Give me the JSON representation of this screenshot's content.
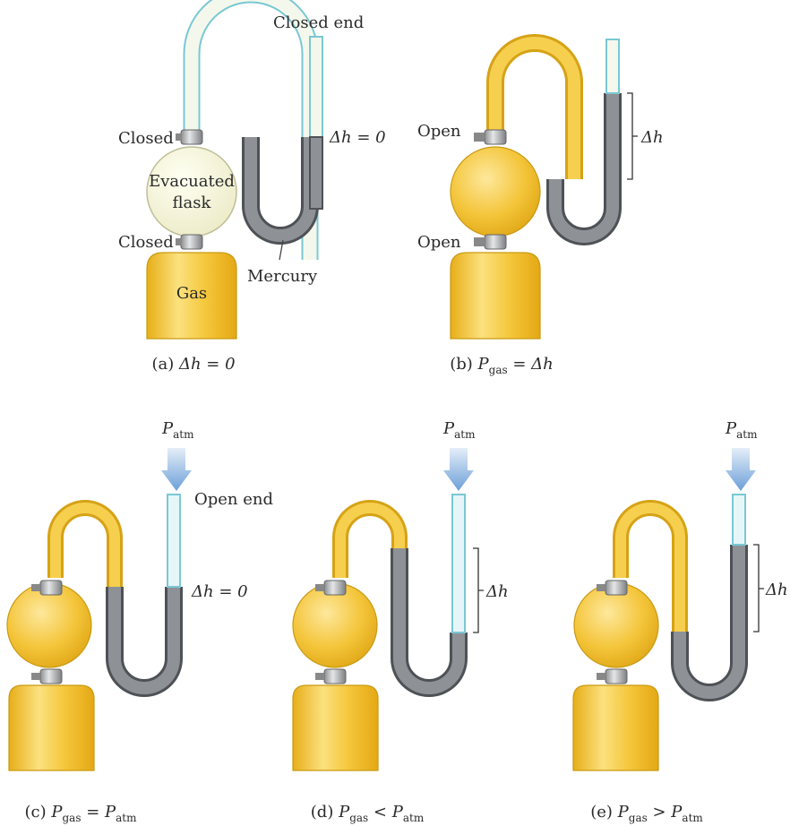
{
  "labels": {
    "closed_end": "Closed end",
    "closed_top": "Closed",
    "closed_bottom": "Closed",
    "evacuated_line1": "Evacuated",
    "evacuated_line2": "flask",
    "gas": "Gas",
    "mercury": "Mercury",
    "dh_zero_a": "Δh = 0",
    "open_top": "Open",
    "open_bottom": "Open",
    "dh_b": "Δh",
    "open_end": "Open end",
    "dh_zero_c": "Δh = 0",
    "dh_d": "Δh",
    "dh_e": "Δh"
  },
  "patm": {
    "P": "P",
    "sub": "atm"
  },
  "captions": {
    "a": {
      "prefix": "(a) ",
      "text": "Δh = 0"
    },
    "b": {
      "prefix": "(b) ",
      "lhs": "P",
      "lhs_sub": "gas",
      "op": " = ",
      "rhs": "Δh"
    },
    "c": {
      "prefix": "(c) ",
      "lhs": "P",
      "lhs_sub": "gas",
      "op": " = ",
      "rhs": "P",
      "rhs_sub": "atm"
    },
    "d": {
      "prefix": "(d) ",
      "lhs": "P",
      "lhs_sub": "gas",
      "op": " < ",
      "rhs": "P",
      "rhs_sub": "atm"
    },
    "e": {
      "prefix": "(e) ",
      "lhs": "P",
      "lhs_sub": "gas",
      "op": " > ",
      "rhs": "P",
      "rhs_sub": "atm"
    }
  },
  "colors": {
    "gas_yellow": "#F2C12E",
    "gas_light": "#FBE49A",
    "mercury_gray": "#6F7478",
    "tube_air": "#E6F6F8",
    "arrow_blue": "#7FAEDF"
  }
}
